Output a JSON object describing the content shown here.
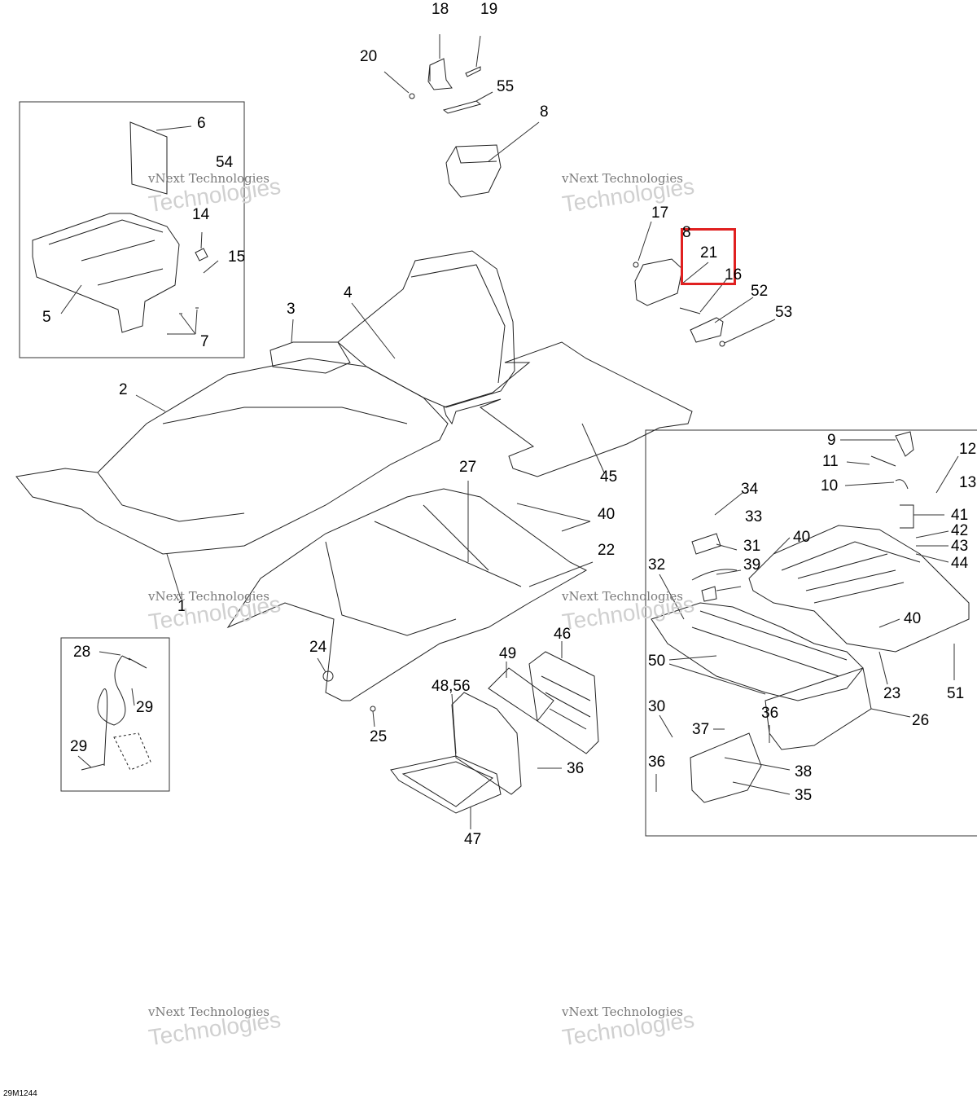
{
  "figure_code": "29M1244",
  "highlight_color": "#e02020",
  "watermark": {
    "line1": "vNext Technologies",
    "line2": "Technologies"
  },
  "callouts": {
    "c18": "18",
    "c19": "19",
    "c20": "20",
    "c55": "55",
    "c8a": "8",
    "c6": "6",
    "c54": "54",
    "c14": "14",
    "c15": "15",
    "c5": "5",
    "c7": "7",
    "c17": "17",
    "c8b": "8",
    "c21": "21",
    "c16": "16",
    "c52": "52",
    "c53": "53",
    "c3": "3",
    "c4": "4",
    "c2": "2",
    "c45": "45",
    "c9": "9",
    "c12": "12",
    "c11": "11",
    "c13": "13",
    "c10": "10",
    "c34": "34",
    "c33": "33",
    "c40a": "40",
    "c41": "41",
    "c42": "42",
    "c43": "43",
    "c44": "44",
    "c31": "31",
    "c39": "39",
    "c32": "32",
    "c40b": "40",
    "c50": "50",
    "c23": "23",
    "c51": "51",
    "c30": "30",
    "c37": "37",
    "c36a": "36",
    "c26": "26",
    "c36b": "36",
    "c38": "38",
    "c35": "35",
    "c27": "27",
    "c40c": "40",
    "c22": "22",
    "c24": "24",
    "c25": "25",
    "c49": "49",
    "c46": "46",
    "c4856": "48,56",
    "c36c": "36",
    "c47": "47",
    "c28": "28",
    "c29a": "29",
    "c29b": "29",
    "c1": "1"
  }
}
